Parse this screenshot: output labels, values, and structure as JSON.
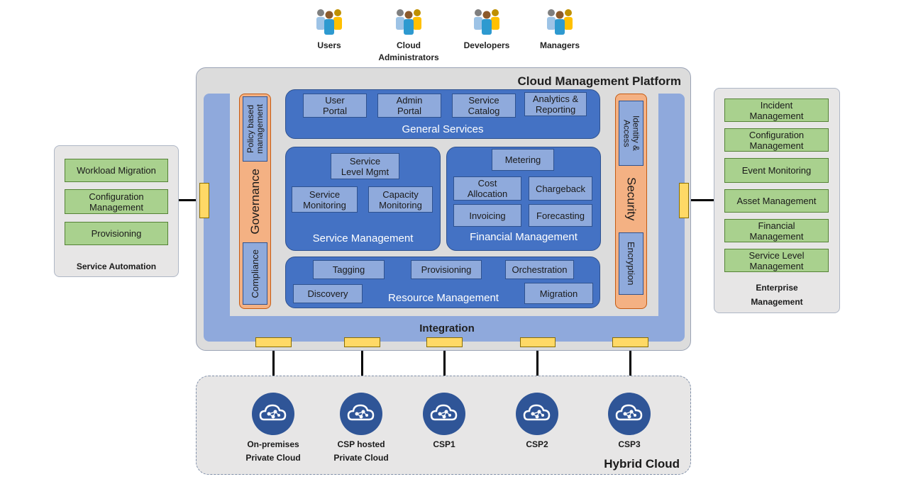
{
  "users": [
    {
      "label": "Users",
      "icon": "user-group-icon"
    },
    {
      "label": "Cloud\nAdministrators",
      "icon": "user-group-icon"
    },
    {
      "label": "Developers",
      "icon": "user-group-icon"
    },
    {
      "label": "Managers",
      "icon": "user-group-icon"
    }
  ],
  "platform": {
    "title": "Cloud Management Platform",
    "integration": "Integration",
    "governance": {
      "label": "Governance",
      "policy": "Policy based\nmanagement",
      "compliance": "Compliance"
    },
    "security": {
      "label": "Security",
      "identity": "Identity &\nAccess",
      "encryption": "Encryption"
    },
    "general_services": {
      "label": "General Services",
      "items": [
        "User\nPortal",
        "Admin\nPortal",
        "Service\nCatalog",
        "Analytics &\nReporting"
      ]
    },
    "service_management": {
      "label": "Service Management",
      "level": "Service\nLevel Mgmt",
      "monitoring": "Service\nMonitoring",
      "capacity": "Capacity\nMonitoring"
    },
    "financial_management": {
      "label": "Financial Management",
      "metering": "Metering",
      "cost": "Cost\nAllocation",
      "chargeback": "Chargeback",
      "invoicing": "Invoicing",
      "forecasting": "Forecasting"
    },
    "resource_management": {
      "label": "Resource Management",
      "tagging": "Tagging",
      "provisioning": "Provisioning",
      "orchestration": "Orchestration",
      "discovery": "Discovery",
      "migration": "Migration"
    }
  },
  "service_automation": {
    "label": "Service Automation",
    "items": [
      "Workload Migration",
      "Configuration\nManagement",
      "Provisioning"
    ]
  },
  "enterprise_management": {
    "label": "Enterprise\nManagement",
    "items": [
      "Incident\nManagement",
      "Configuration\nManagement",
      "Event Monitoring",
      "Asset Management",
      "Financial\nManagement",
      "Service Level\nManagement"
    ]
  },
  "hybrid_cloud": {
    "title": "Hybrid Cloud",
    "clouds": [
      {
        "label": "On-premises\nPrivate Cloud",
        "icon": "cloud-network-icon"
      },
      {
        "label": "CSP hosted\nPrivate Cloud",
        "icon": "cloud-network-icon"
      },
      {
        "label": "CSP1",
        "icon": "cloud-network-icon"
      },
      {
        "label": "CSP2",
        "icon": "cloud-network-icon"
      },
      {
        "label": "CSP3",
        "icon": "cloud-network-icon"
      }
    ]
  },
  "colors": {
    "blue_section": "#4472c4",
    "light_blue_box": "#8faadc",
    "orange_column": "#f4b183",
    "green_box": "#a9d18e",
    "connector": "#ffd966",
    "cloud_circle": "#2f5597"
  }
}
